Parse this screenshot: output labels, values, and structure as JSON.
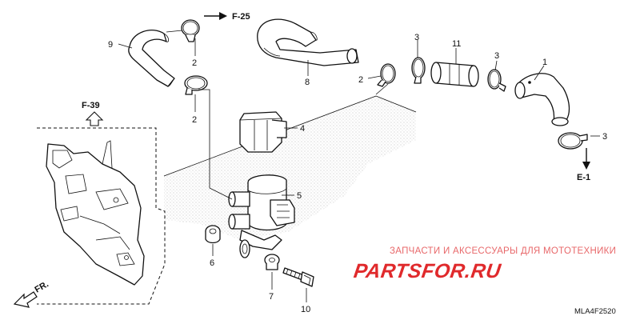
{
  "refs": {
    "f25": "F-25",
    "f39": "F-39",
    "e1": "E-1",
    "front": "FR."
  },
  "callouts": [
    {
      "id": "c1",
      "label": "1"
    },
    {
      "id": "c2a",
      "label": "2"
    },
    {
      "id": "c2b",
      "label": "2"
    },
    {
      "id": "c2c",
      "label": "2"
    },
    {
      "id": "c3a",
      "label": "3"
    },
    {
      "id": "c3b",
      "label": "3"
    },
    {
      "id": "c3c",
      "label": "3"
    },
    {
      "id": "c4",
      "label": "4"
    },
    {
      "id": "c5",
      "label": "5"
    },
    {
      "id": "c6",
      "label": "6"
    },
    {
      "id": "c7",
      "label": "7"
    },
    {
      "id": "c8",
      "label": "8"
    },
    {
      "id": "c9",
      "label": "9"
    },
    {
      "id": "c10",
      "label": "10"
    },
    {
      "id": "c11",
      "label": "11"
    }
  ],
  "watermark": {
    "tagline": "ЗАПЧАСТИ И АКСЕССУАРЫ ДЛЯ МОТОТЕХНИКИ",
    "brand": "PARTSFOR.RU"
  },
  "diagram_code": "MLA4F2520",
  "colors": {
    "line": "#111111",
    "watermark_text": "#e8686a",
    "watermark_brand": "#e02a2c"
  }
}
